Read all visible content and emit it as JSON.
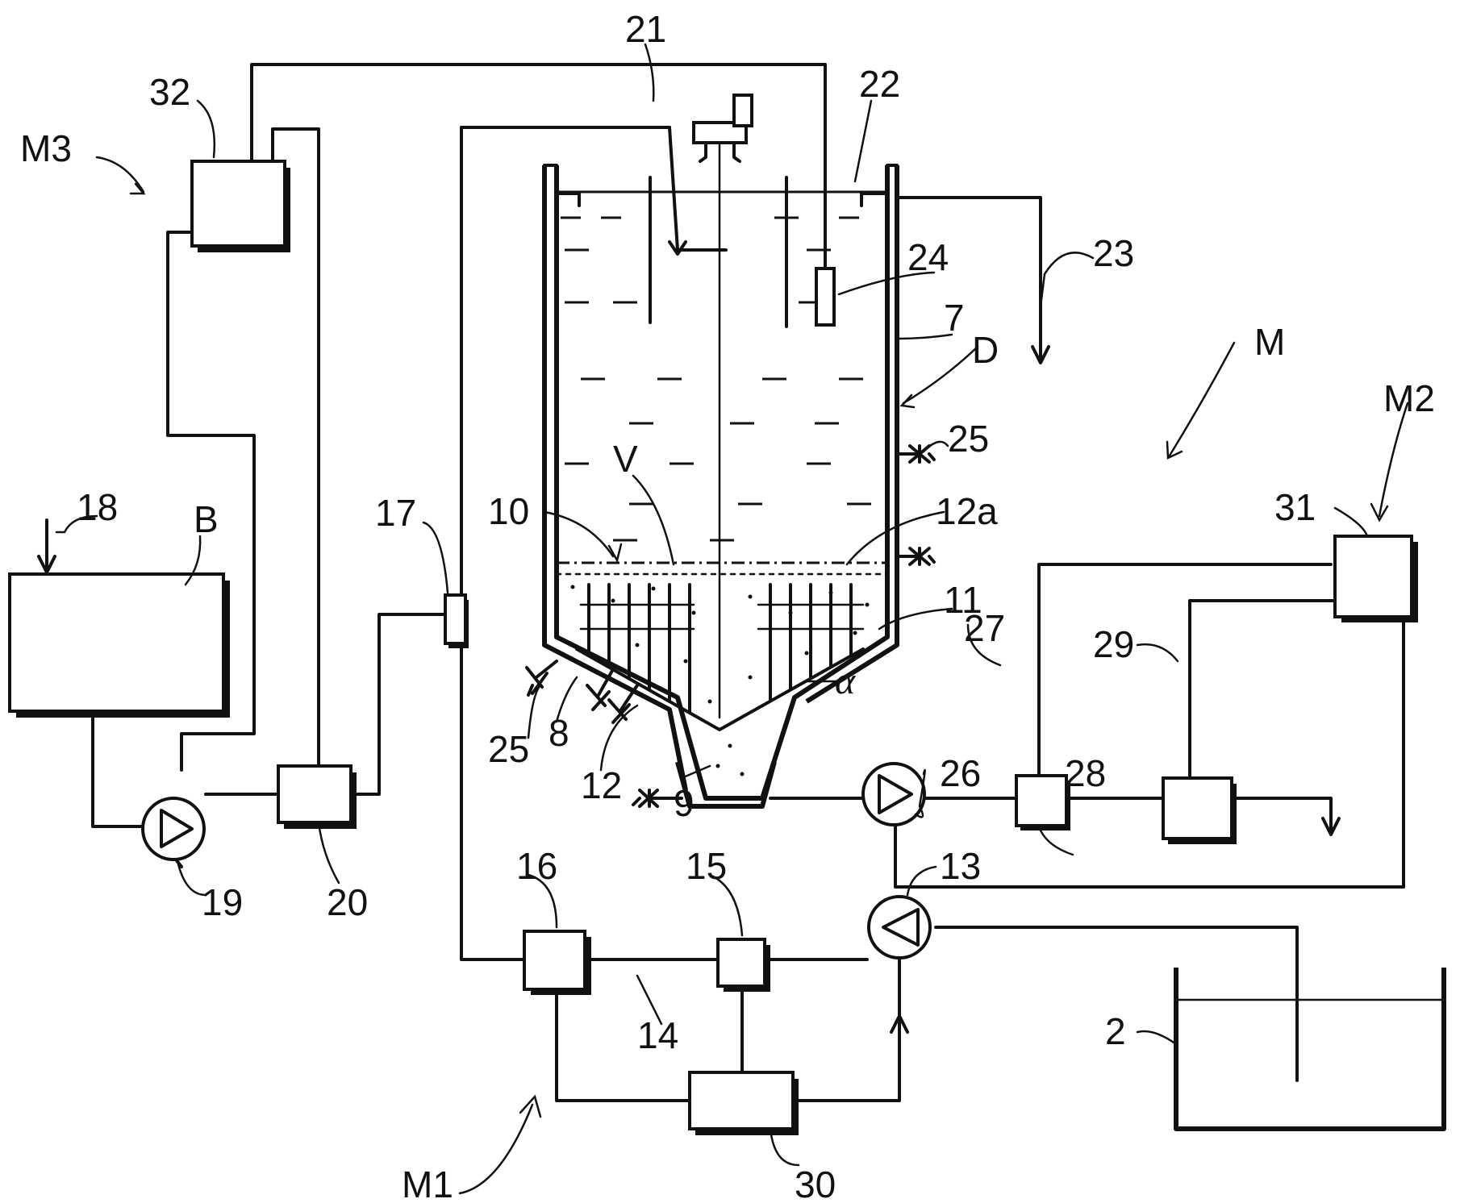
{
  "labels": {
    "l21": "21",
    "l22": "22",
    "l32": "32",
    "lM3": "M3",
    "l24": "24",
    "l23": "23",
    "l7": "7",
    "lD": "D",
    "lM": "M",
    "lM2": "M2",
    "l25a": "25",
    "l25b": "25",
    "lV": "V",
    "l10": "10",
    "l12a": "12a",
    "l11": "11",
    "l31": "31",
    "l18": "18",
    "lB": "B",
    "l17": "17",
    "l27": "27",
    "l29": "29",
    "lalpha": "α",
    "l8": "8",
    "l12": "12",
    "l9": "9",
    "l26": "26",
    "l28": "28",
    "l19": "19",
    "l20": "20",
    "l16": "16",
    "l15": "15",
    "l13": "13",
    "l14": "14",
    "l2": "2",
    "lM1": "M1",
    "l30": "30"
  }
}
